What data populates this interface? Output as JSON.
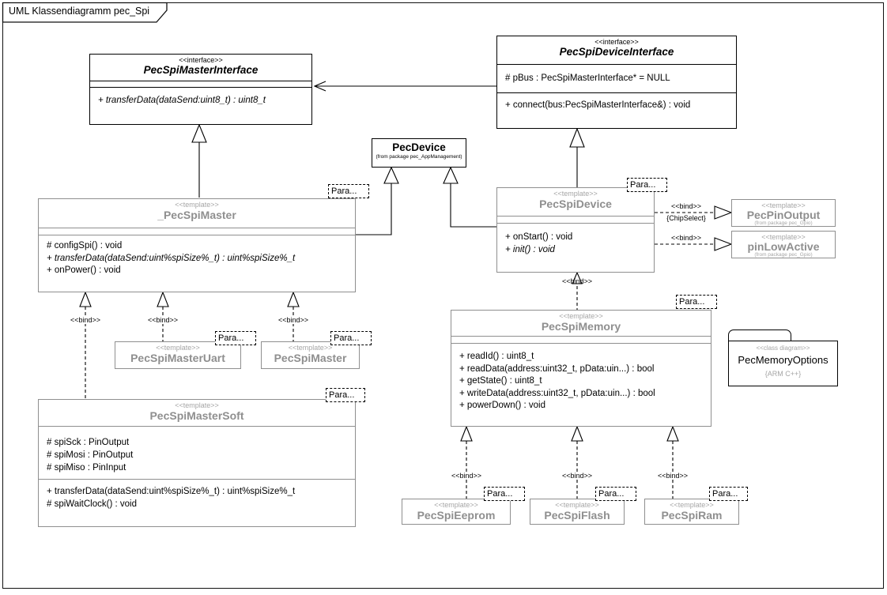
{
  "frame": {
    "title": "UML Klassendiagramm pec_Spi"
  },
  "stereotypes": {
    "interface": "<<interface>>",
    "template": "<<template>>",
    "bind": "<<bind>>",
    "class_diagram": "<<class diagram>>"
  },
  "labels": {
    "para": "Para...",
    "chip_select": "{ChipSelect}"
  },
  "colors": {
    "template_gray": "#8f8f8f",
    "stereotype_gray": "#a6a6a6",
    "line_black": "#000000",
    "background": "#ffffff"
  },
  "classes": {
    "pec_spi_master_interface": {
      "stereotype": "<<interface>>",
      "name": "PecSpiMasterInterface",
      "operations": [
        "+ transferData(dataSend:uint8_t) : uint8_t"
      ]
    },
    "pec_spi_device_interface": {
      "stereotype": "<<interface>>",
      "name": "PecSpiDeviceInterface",
      "attributes": [
        "# pBus : PecSpiMasterInterface* = NULL"
      ],
      "operations": [
        "+ connect(bus:PecSpiMasterInterface&) : void"
      ]
    },
    "pec_device": {
      "name": "PecDevice",
      "package": "(from package pec_AppManagement)"
    },
    "pec_spi_master_base": {
      "stereotype": "<<template>>",
      "name": "_PecSpiMaster",
      "operations": [
        "# configSpi() : void",
        "+ transferData(dataSend:uint%spiSize%_t) : uint%spiSize%_t",
        "+ onPower() : void"
      ]
    },
    "pec_spi_device": {
      "stereotype": "<<template>>",
      "name": "PecSpiDevice",
      "operations": [
        "+ onStart() : void",
        "+ init() : void"
      ]
    },
    "pec_pin_output": {
      "stereotype": "<<template>>",
      "name": "PecPinOutput",
      "package": "(from package pec_Gpio)"
    },
    "pin_low_active": {
      "stereotype": "<<template>>",
      "name": "pinLowActive",
      "package": "(from package pec_Gpio)"
    },
    "pec_spi_memory": {
      "stereotype": "<<template>>",
      "name": "PecSpiMemory",
      "operations": [
        "+ readId() : uint8_t",
        "+ readData(address:uint32_t, pData:uin...) : bool",
        "+ getState() : uint8_t",
        "+ writeData(address:uint32_t, pData:uin...) : bool",
        "+ powerDown() : void"
      ]
    },
    "pec_spi_master_uart": {
      "stereotype": "<<template>>",
      "name": "PecSpiMasterUart"
    },
    "pec_spi_master": {
      "stereotype": "<<template>>",
      "name": "PecSpiMaster"
    },
    "pec_spi_master_soft": {
      "stereotype": "<<template>>",
      "name": "PecSpiMasterSoft",
      "attributes": [
        "# spiSck : PinOutput",
        "# spiMosi : PinOutput",
        "# spiMiso : PinInput"
      ],
      "operations": [
        "+ transferData(dataSend:uint%spiSize%_t) : uint%spiSize%_t",
        "# spiWaitClock() : void"
      ]
    },
    "pec_spi_eeprom": {
      "stereotype": "<<template>>",
      "name": "PecSpiEeprom"
    },
    "pec_spi_flash": {
      "stereotype": "<<template>>",
      "name": "PecSpiFlash"
    },
    "pec_spi_ram": {
      "stereotype": "<<template>>",
      "name": "PecSpiRam"
    }
  },
  "package_symbol": {
    "stereotype": "<<class diagram>>",
    "name": "PecMemoryOptions",
    "note": "{ARM C++}"
  }
}
